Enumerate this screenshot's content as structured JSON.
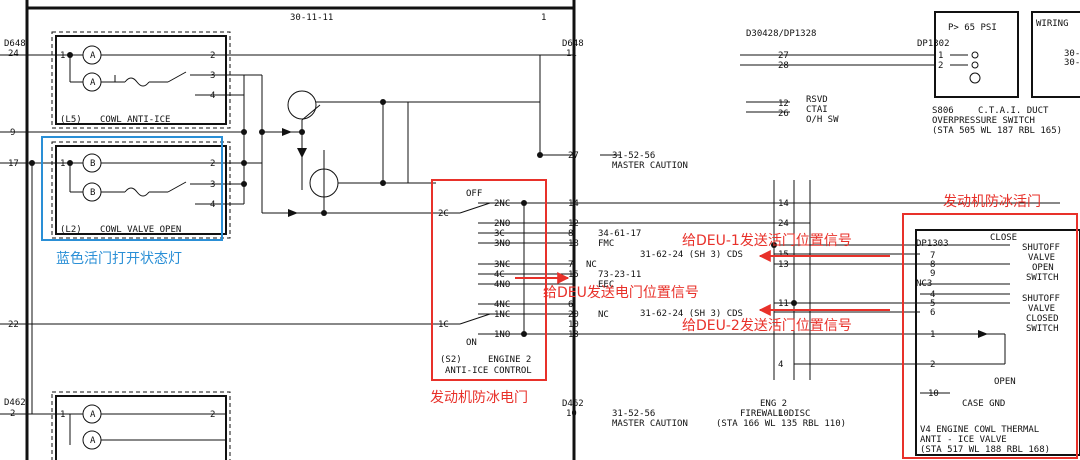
{
  "header": {
    "ref": "30-11-11",
    "page_tag": "1",
    "d30428": "D30428/DP1328",
    "dp1302": "DP1302",
    "psi": "P> 65 PSI",
    "wiring": "WIRING",
    "wiring_sub1": "30-",
    "wiring_sub2": "30-"
  },
  "left_pins": {
    "top_conn": "D648",
    "top_conn_pin": "24",
    "p9": "9",
    "p17": "17",
    "p22": "22",
    "bot_conn": "D462",
    "bot_conn_pin": "2"
  },
  "relay_l5": {
    "label": "(L5)",
    "name": "COWL ANTI-ICE",
    "pin1": "1",
    "pin2": "2",
    "pin3": "3",
    "pin4": "4",
    "lamp_a": "A",
    "lamp_b": "A"
  },
  "relay_l2": {
    "label": "(L2)",
    "name": "COWL VALVE OPEN",
    "pin1": "1",
    "pin2": "2",
    "pin3": "3",
    "pin4": "4",
    "lamp_a": "B",
    "lamp_b": "B"
  },
  "relay_bottom": {
    "pin1": "1",
    "pin2": "2",
    "lamp_a": "A",
    "lamp_b": "A"
  },
  "center": {
    "conn_top": "D648",
    "conn_top_pin": "11",
    "conn_bot": "D462",
    "conn_bot_pin": "10",
    "mc_ref": "31-52-56",
    "mc_text": "MASTER CAUTION",
    "mc_pin": "27",
    "mc2_ref": "31-52-56",
    "mc2_text": "MASTER CAUTION"
  },
  "switch_s2": {
    "off": "OFF",
    "on": "ON",
    "c2": "2C",
    "c1": "1C",
    "label": "(S2)",
    "name1": "ENGINE 2",
    "name2": "ANTI-ICE CONTROL",
    "contacts": [
      "2NC",
      "2NO",
      "3C",
      "3NO",
      "3NC",
      "4C",
      "4NO",
      "4NC",
      "1NC",
      "1NO"
    ]
  },
  "wire_pins": {
    "p14": "14",
    "p12": "12",
    "p8": "8",
    "p18": "18",
    "p7": "7",
    "p15": "15",
    "p6": "6",
    "p20": "20",
    "p10": "10",
    "p13": "13"
  },
  "refs": {
    "fmc_ref": "34-61-17",
    "fmc": "FMC",
    "nc1": "NC",
    "eec_ref": "73-23-11",
    "eec": "EEC",
    "nc2": "NC",
    "cds1": "31-62-24 (SH 3) CDS",
    "cds2": "31-62-24 (SH 3) CDS"
  },
  "d30428_block": {
    "p27": "27",
    "p28": "28",
    "p12": "12",
    "p26": "26",
    "rsvd": "RSVD",
    "ctai": "CTAI",
    "ohsw": "O/H SW"
  },
  "firewall": {
    "p14": "14",
    "p24": "24",
    "p15": "15",
    "p13": "13",
    "p11": "11",
    "p4": "4",
    "p10": "10",
    "name1": "ENG 2",
    "name2": "FIREWALL DISC",
    "name3": "(STA 166 WL 135 RBL 110)"
  },
  "s806": {
    "pin1": "1",
    "pin2": "2",
    "label": "S806",
    "desc": "C.T.A.I. DUCT",
    "desc2": "OVERPRESSURE SWITCH",
    "desc3": "(STA 505 WL 187 RBL 165)"
  },
  "dp1303": {
    "name": "DP1303",
    "close": "CLOSE",
    "open": "OPEN",
    "pins": [
      "7",
      "8",
      "9",
      "NC3",
      "4",
      "5",
      "6",
      "1",
      "2",
      "10"
    ],
    "sw1": [
      "SHUTOFF",
      "VALVE",
      "OPEN",
      "SWITCH"
    ],
    "sw2": [
      "SHUTOFF",
      "VALVE",
      "CLOSED",
      "SWITCH"
    ],
    "case_gnd": "CASE GND",
    "v4": "V4   ENGINE COWL THERMAL",
    "v4b": "ANTI - ICE VALVE",
    "v4c": "(STA 517 WL 188 RBL 168)"
  },
  "annotations": {
    "blue_lamp": "蓝色活门打开状态灯",
    "deu1": "给DEU-1发送活门位置信号",
    "deu_elec": "给DEU发送电门位置信号",
    "deu2": "给DEU-2发送活门位置信号",
    "engine_valve": "发动机防冰活门",
    "engine_switch": "发动机防冰电门"
  },
  "colors": {
    "line": "#111111",
    "annot_red": "#e8312a",
    "annot_blue": "#2a8fd6"
  }
}
